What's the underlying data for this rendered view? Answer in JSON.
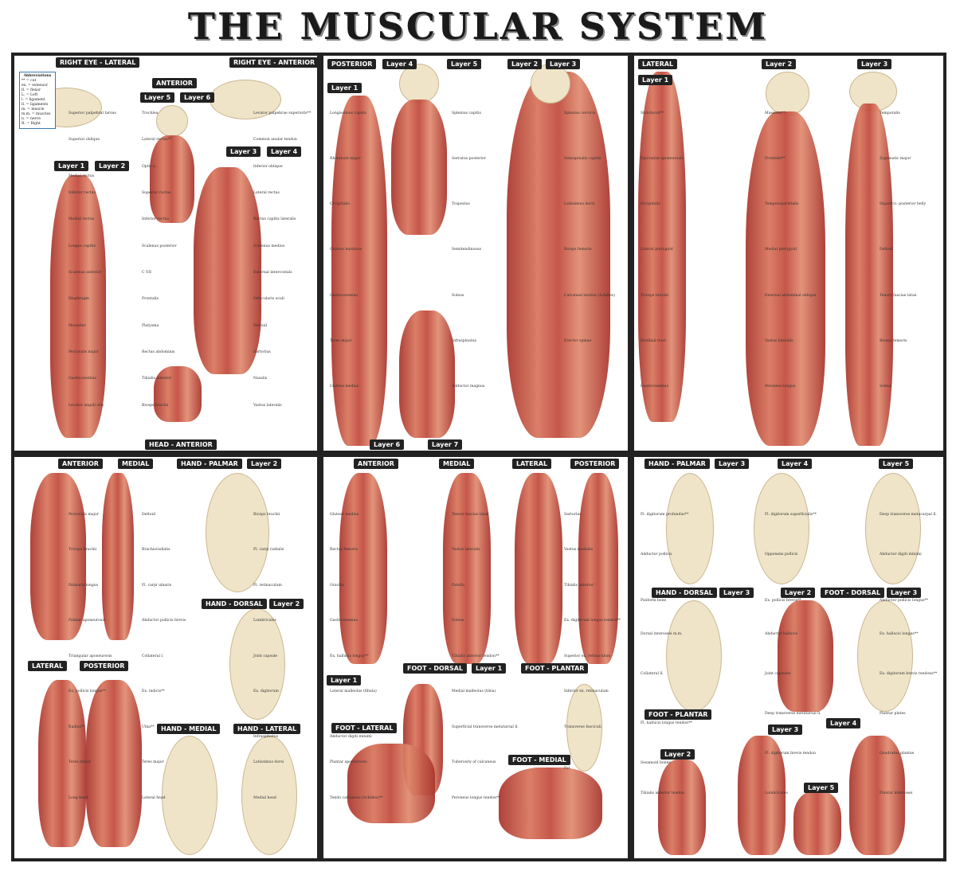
{
  "title": "THE MUSCULAR SYSTEM",
  "abbreviations": {
    "heading": "Abbreviations",
    "items": [
      "** = cut",
      "ex. = extensor",
      "fl. = flexor",
      "L. = Left",
      "l. = ligament",
      "ll. = ligaments",
      "m. = muscle",
      "m.m. = muscles",
      "n. = nerve",
      "R. = Right"
    ]
  },
  "panels": [
    {
      "tabs": [
        "RIGHT EYE - LATERAL",
        "RIGHT EYE - ANTERIOR",
        "ANTERIOR",
        "Layer 5",
        "Layer 6",
        "Layer 3",
        "Layer 4",
        "Layer 1",
        "Layer 2",
        "HEAD - ANTERIOR"
      ],
      "labels": [
        "Superior palpebral tarsus",
        "Trochlea",
        "Levator palpebrae superioris**",
        "Superior oblique",
        "Lateral rectus**",
        "Common anular tendon",
        "Medial rectus",
        "Optic n.",
        "Inferior oblique",
        "Inferior rectus",
        "Superior rectus",
        "Lateral rectus",
        "Medial rectus",
        "Inferior rectus",
        "Rectus capitis lateralis",
        "Longus capitis",
        "Scalenus posterior",
        "Scalenus medius",
        "Scalenus anterior",
        "C VII",
        "External intercostals",
        "Diaphragm",
        "Frontalis",
        "Orbicularis oculi",
        "Masseter",
        "Platysma",
        "Deltoid",
        "Pectoralis major",
        "Rectus abdominis",
        "Sartorius",
        "Gastrocnemius",
        "Tibialis anterior",
        "Nasalis",
        "Levator anguli oris",
        "Biceps brachii",
        "Vastus lateralis"
      ]
    },
    {
      "tabs": [
        "POSTERIOR",
        "Layer 4",
        "Layer 5",
        "Layer 2",
        "Layer 3",
        "Layer 1",
        "Layer 6",
        "Layer 7"
      ],
      "labels": [
        "Longissimus capitis",
        "Splenius capitis",
        "Splenius cervicis",
        "Rhomboid major",
        "Serratus posterior",
        "Semispinalis capitis",
        "Occipitalis",
        "Trapezius",
        "Latissimus dorsi",
        "Gluteus maximus",
        "Semitendinosus",
        "Biceps femoris",
        "Gastrocnemius",
        "Soleus",
        "Calcaneal tendon (Achilles)",
        "Teres major",
        "Infraspinatus",
        "Erector spinae",
        "Gluteus medius",
        "Adductor magnus"
      ]
    },
    {
      "tabs": [
        "LATERAL",
        "Layer 2",
        "Layer 3",
        "Layer 1"
      ],
      "labels": [
        "Stylohyoid**",
        "Masseter**",
        "Temporalis",
        "Epicranial aponeurosis",
        "Frontalis**",
        "Zygomatic major",
        "Occipitalis",
        "Temporoparietalis",
        "Digastric: posterior belly",
        "Lateral pterygoid",
        "Medial pterygoid",
        "Deltoid",
        "Triceps brachii",
        "External abdominal oblique",
        "Tensor fasciae latae",
        "Iliotibial tract",
        "Vastus lateralis",
        "Biceps femoris",
        "Gastrocnemius",
        "Peroneus longus",
        "Soleus"
      ]
    },
    {
      "tabs": [
        "ANTERIOR",
        "MEDIAL",
        "HAND - PALMAR",
        "Layer 2",
        "HAND - DORSAL",
        "Layer 2",
        "LATERAL",
        "POSTERIOR",
        "HAND - MEDIAL",
        "HAND - LATERAL"
      ],
      "labels": [
        "Pectoralis major",
        "Deltoid",
        "Biceps brachii",
        "Triceps brachii",
        "Brachioradialis",
        "Fl. carpi radialis",
        "Palmaris longus",
        "Fl. carpi ulnaris",
        "Fl. retinaculum",
        "Palmar aponeurosis",
        "Abductor pollicis brevis",
        "Lumbricales",
        "Triangular aponeurosis",
        "Collateral l.",
        "Joint capsule",
        "Ex. pollicis longus**",
        "Ex. indicis**",
        "Ex. digitorum",
        "Radius**",
        "Ulna**",
        "Infraspinatus",
        "Teres minor",
        "Teres major",
        "Latissimus dorsi",
        "Long head",
        "Lateral head",
        "Medial head"
      ]
    },
    {
      "tabs": [
        "ANTERIOR",
        "MEDIAL",
        "LATERAL",
        "POSTERIOR",
        "FOOT - DORSAL",
        "Layer 1",
        "FOOT - PLANTAR",
        "Layer 1",
        "FOOT - LATERAL",
        "FOOT - MEDIAL"
      ],
      "labels": [
        "Gluteus medius",
        "Tensor fasciae latae",
        "Sartorius",
        "Rectus femoris",
        "Vastus lateralis",
        "Vastus medialis",
        "Gracilis",
        "Patella",
        "Tibialis anterior",
        "Gastrocnemius",
        "Soleus",
        "Ex. digitorum longus tendon**",
        "Ex. hallucis longus**",
        "Tibialis anterior tendon**",
        "Superior ex. retinaculum",
        "Lateral malleolus (fibula)",
        "Medial malleolus (tibia)",
        "Inferior ex. retinaculum",
        "Abductor digiti minimi",
        "Superficial transverse metatarsal ll.",
        "Transverse fasciculi",
        "Plantar aponeurosis",
        "Tuberosity of calcaneus",
        "Fat",
        "Tendo calcaneus (Achilles)**",
        "Peroneus longus tendon**"
      ]
    },
    {
      "tabs": [
        "HAND - PALMAR",
        "Layer 3",
        "Layer 4",
        "Layer 5",
        "HAND - DORSAL",
        "Layer 3",
        "Layer 2",
        "FOOT - DORSAL",
        "Layer 3",
        "FOOT - PLANTAR",
        "Layer 3",
        "Layer 4",
        "Layer 2",
        "Layer 5"
      ],
      "labels": [
        "Fl. digitorum profundus**",
        "Fl. digitorum superficialis**",
        "Deep transverse metacarpal ll.",
        "Adductor pollicis",
        "Opponens pollicis",
        "Abductor digiti minimi",
        "Pisiform bone",
        "Ex. pollicis brevis**",
        "Abductor pollicis longus**",
        "Dorsal interossei m.m.",
        "Abductor hallucis",
        "Ex. hallucis longus**",
        "Collateral ll.",
        "Joint capsules",
        "Ex. digitorum brevis tendons**",
        "Fl. hallucis longus tendon**",
        "Deep transverse metatarsal ll.",
        "Plantar plates",
        "Sesamoid bones",
        "Fl. digitorum brevis tendon",
        "Quadratus plantae",
        "Tibialis anterior tendon",
        "Lumbricales",
        "Plantar interossei"
      ]
    }
  ]
}
